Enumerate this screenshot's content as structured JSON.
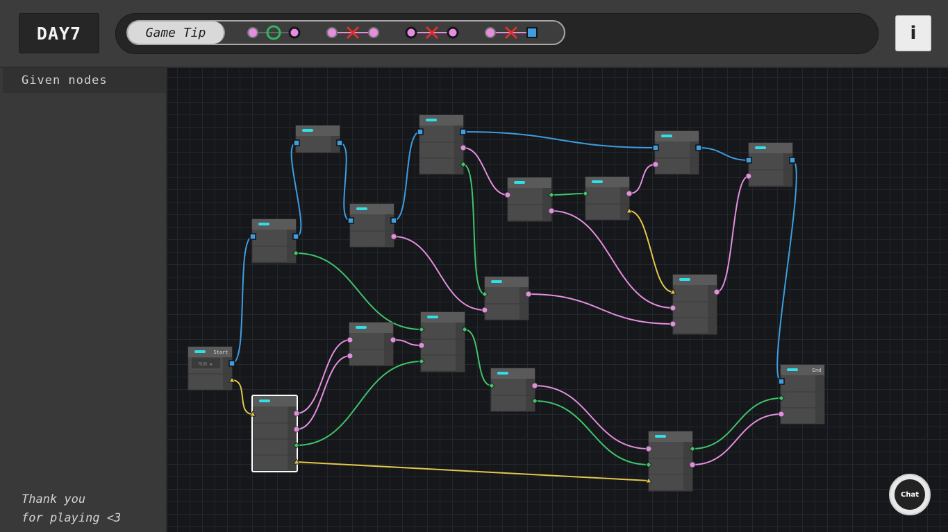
{
  "header": {
    "day_label": "DAY7",
    "tip_label": "Game Tip",
    "info_label": "i"
  },
  "tip_icons": [
    {
      "shapes": [
        "pink-circle",
        "green-ring",
        "pink-circle-dark-ring"
      ],
      "name": "pink-to-pink-allowed-icon"
    },
    {
      "shapes": [
        "pink-circle",
        "red-x",
        "pink-circle"
      ],
      "name": "pink-pink-blocked-icon"
    },
    {
      "shapes": [
        "pink-circle-dark-ring",
        "red-x",
        "pink-circle-dark-ring"
      ],
      "name": "ringed-pink-blocked-icon"
    },
    {
      "shapes": [
        "pink-circle",
        "red-x",
        "blue-square"
      ],
      "name": "pink-blue-blocked-icon"
    }
  ],
  "sidebar": {
    "header": "Given nodes",
    "footer": "Thank you\nfor playing <3"
  },
  "nodes": {
    "start_title": "Start",
    "start_button": "RUN ▶",
    "end_title": "End"
  },
  "chat": {
    "label": "Chat"
  },
  "colors": {
    "blue": "#3f9de0",
    "pink": "#e58ee0",
    "green": "#3fc56a",
    "yellow": "#e3c84a",
    "accent": "#2fe0e8",
    "node_body": "#4a4a4a",
    "node_header": "#5a5a5a"
  }
}
